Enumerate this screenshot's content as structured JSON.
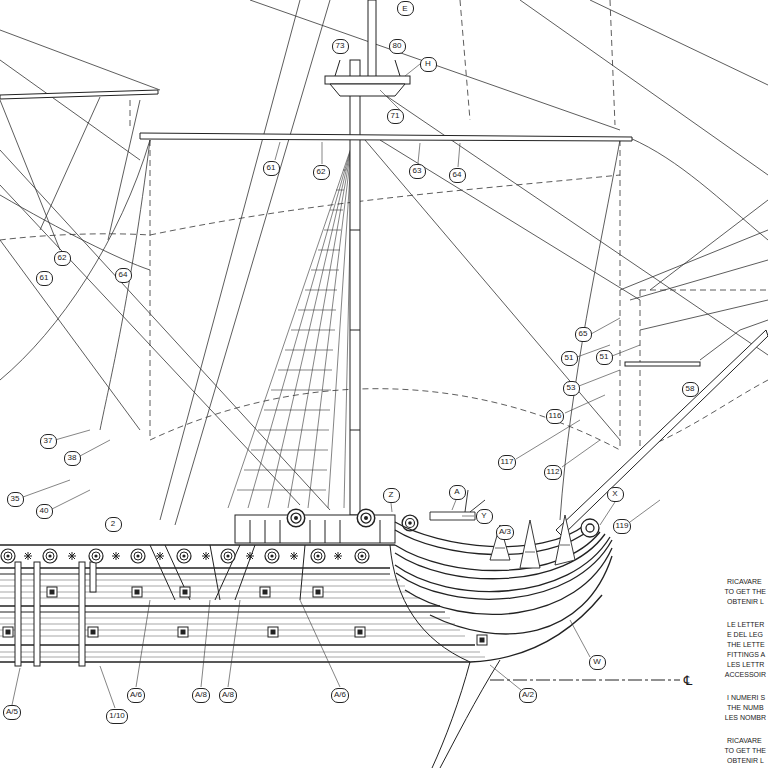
{
  "diagram": {
    "labels": [
      "E",
      "73",
      "80",
      "H",
      "71",
      "61",
      "62",
      "63",
      "64",
      "61",
      "62",
      "64",
      "37",
      "38",
      "35",
      "40",
      "65",
      "51",
      "51",
      "53",
      "58",
      "116",
      "117",
      "112",
      "119",
      "Z",
      "A",
      "Y",
      "X",
      "A/3",
      "2",
      "A/5",
      "1/10",
      "A/6",
      "A/8",
      "A/8",
      "A/6",
      "A/2",
      "W",
      "℄",
      "RICAVARE",
      "TO GET THE",
      "OBTENIR L",
      "LE LETTER",
      "E DEL LEG",
      "THE LETTE",
      "FITTINGS A",
      "LES LETTR",
      "ACCESSOIR",
      "I NUMERI S",
      "THE NUMB",
      "LES NOMBR",
      "RICAVARE",
      "TO GET THE",
      "OBTENIR L"
    ]
  }
}
